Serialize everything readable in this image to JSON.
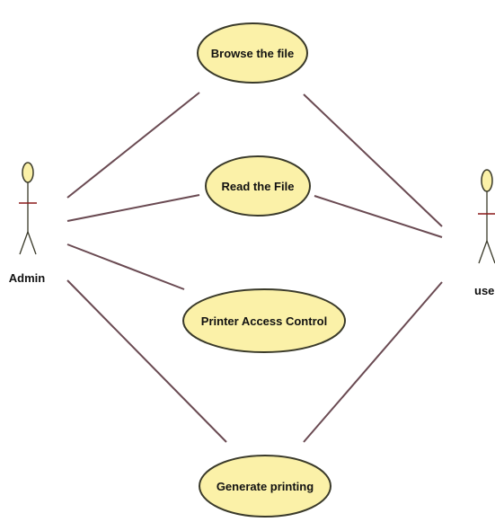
{
  "diagram": {
    "type": "use-case",
    "colors": {
      "use_case_fill": "#fbf1a8",
      "outline": "#3a3a2a",
      "association_line": "#6a4a52"
    },
    "actors": [
      {
        "id": "admin",
        "label": "Admin"
      },
      {
        "id": "user",
        "label": "user"
      }
    ],
    "use_cases": [
      {
        "id": "browse",
        "label": "Browse the file"
      },
      {
        "id": "read",
        "label": "Read the File"
      },
      {
        "id": "printer",
        "label": "Printer Access Control"
      },
      {
        "id": "generate",
        "label": "Generate printing"
      }
    ],
    "associations": [
      [
        "admin",
        "browse"
      ],
      [
        "admin",
        "read"
      ],
      [
        "admin",
        "printer"
      ],
      [
        "admin",
        "generate"
      ],
      [
        "user",
        "browse"
      ],
      [
        "user",
        "read"
      ],
      [
        "user",
        "generate"
      ]
    ]
  }
}
